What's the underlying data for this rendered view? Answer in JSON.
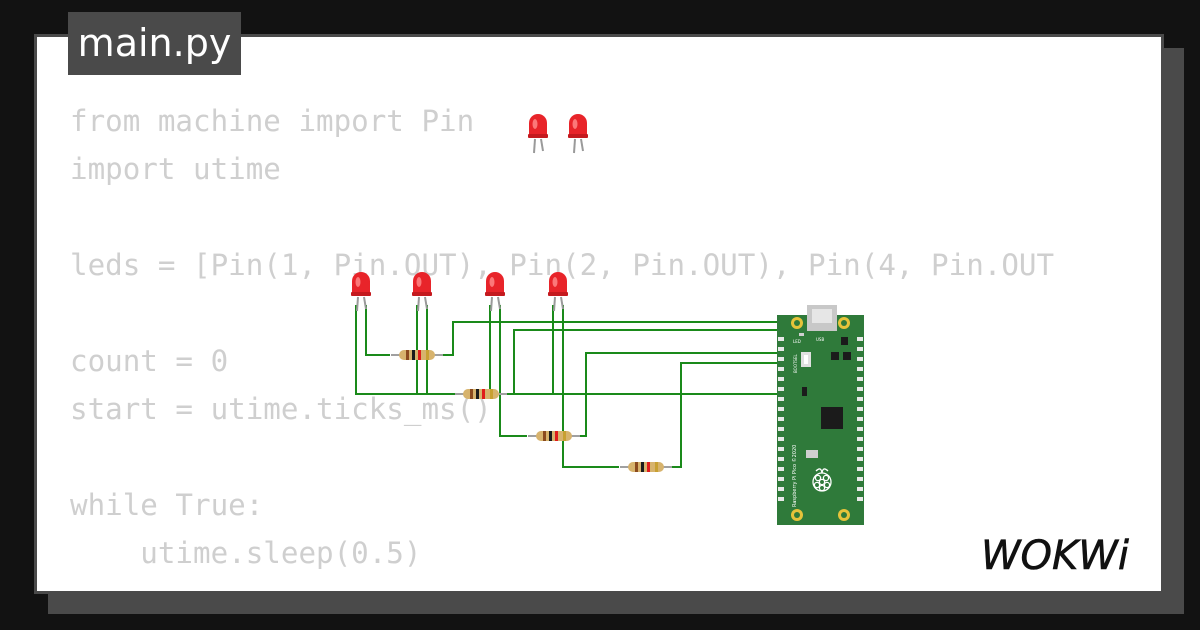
{
  "file_tab": {
    "label": "main.py"
  },
  "code_lines": [
    "from machine import Pin",
    "import utime",
    "",
    "leds = [Pin(1, Pin.OUT), Pin(2, Pin.OUT), Pin(4, Pin.OUT",
    "",
    "count = 0",
    "start = utime.ticks_ms()",
    "",
    "while True:",
    "    utime.sleep(0.5)"
  ],
  "board": {
    "name": "Raspberry Pi Pico",
    "label_text": "Raspberry Pi Pico ©2020",
    "led_label": "LED",
    "usb_label": "USB",
    "bootsel_label": "BOOTSEL"
  },
  "logo": {
    "text": "WOKWi"
  },
  "colors": {
    "wire": "#1a8a1a",
    "led_red": "#e8242a",
    "board_green": "#2f7a3a",
    "code_text": "#cfcfcf",
    "tab_bg": "#4a4a4a"
  }
}
